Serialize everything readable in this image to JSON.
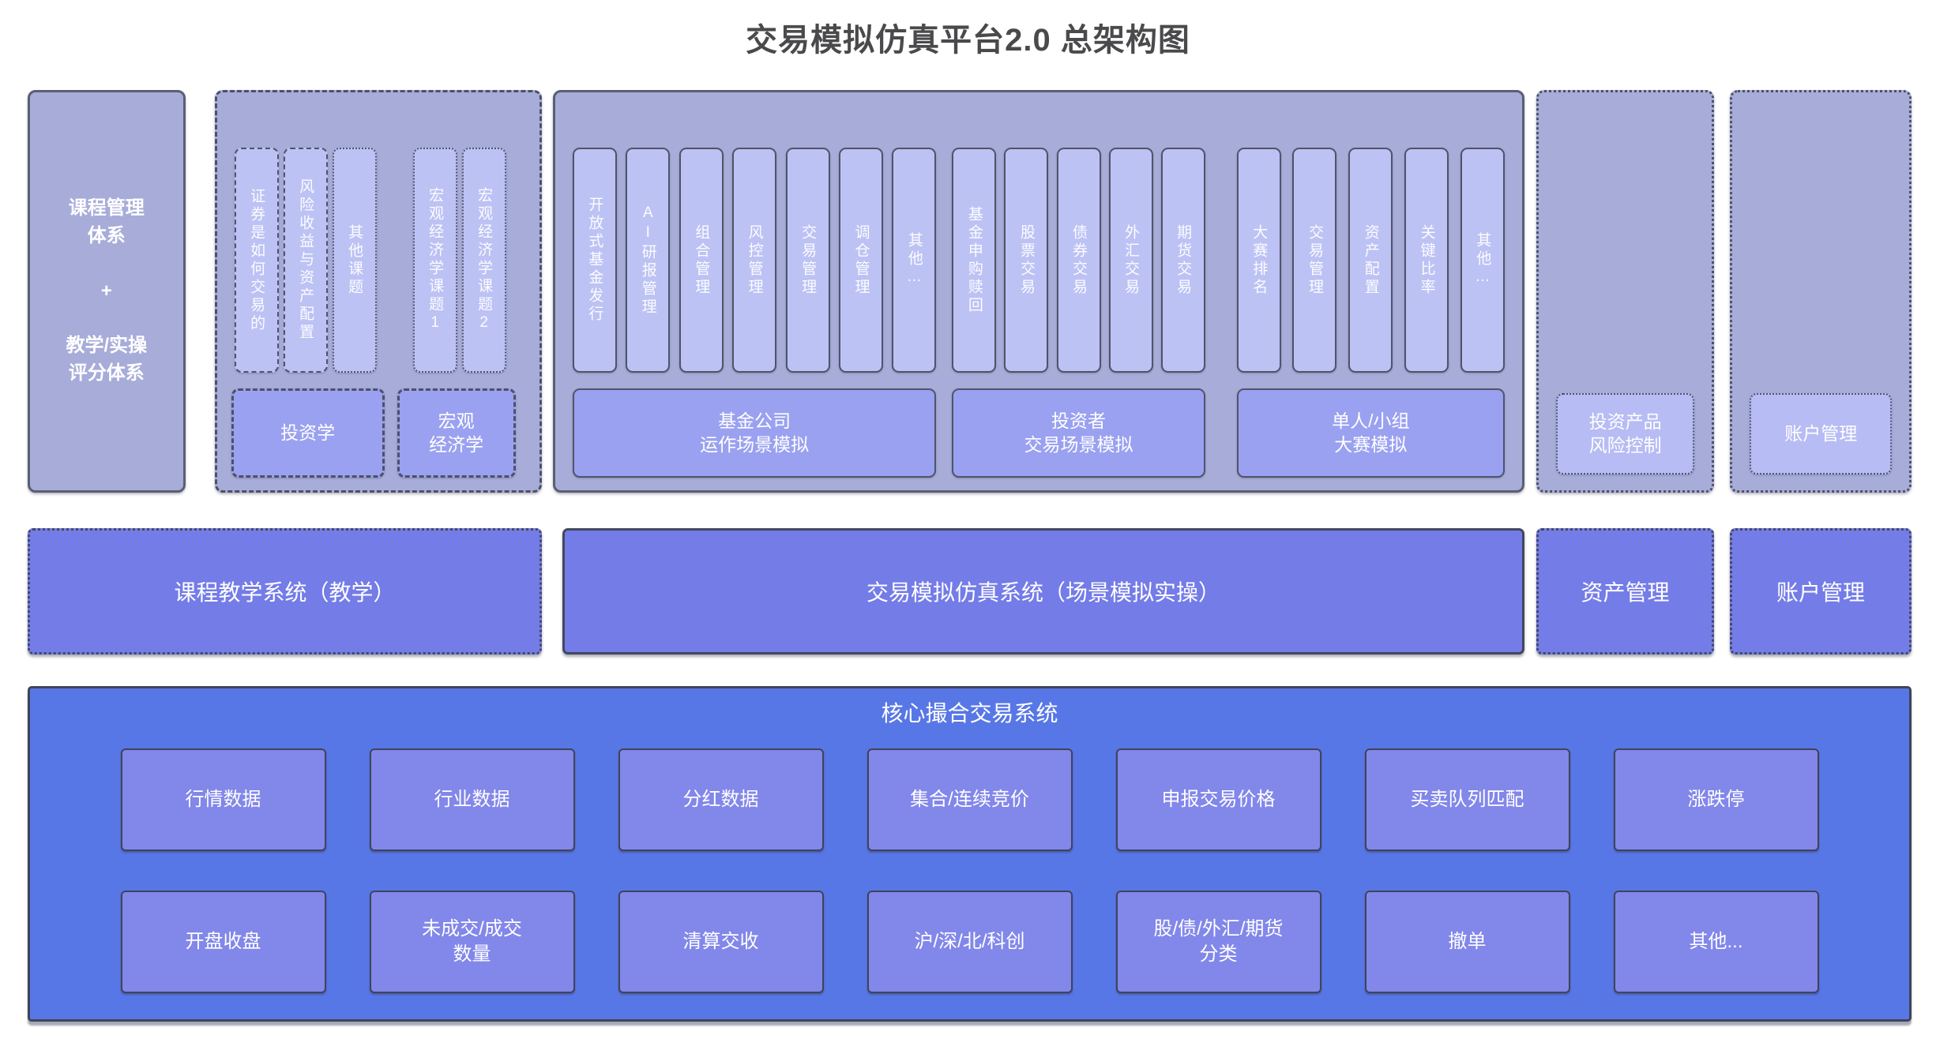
{
  "title": "交易模拟仿真平台2.0 总架构图",
  "top": {
    "course_system": {
      "label": "课程管理\n体系\n\n+\n\n教学/实操\n评分体系"
    },
    "curriculum": {
      "pills": [
        "证券是如何交易的",
        "风险收益与资产配置",
        "其他课题",
        "宏观经济学课题1",
        "宏观经济学课题2"
      ],
      "footers": [
        "投资学",
        "宏观\n经济学"
      ]
    },
    "simulation": {
      "clusters": [
        {
          "pills": [
            "开放式基金发行",
            "AI研报管理",
            "组合管理",
            "风控管理",
            "交易管理",
            "调仓管理",
            "其他…"
          ],
          "footer": "基金公司\n运作场景模拟"
        },
        {
          "pills": [
            "基金申购赎回",
            "股票交易",
            "债券交易",
            "外汇交易",
            "期货交易"
          ],
          "footer": "投资者\n交易场景模拟"
        },
        {
          "pills": [
            "大赛排名",
            "交易管理",
            "资产配置",
            "关键比率",
            "其他…"
          ],
          "footer": "单人/小组\n大赛模拟"
        }
      ]
    },
    "risk": {
      "footer": "投资产品\n风险控制"
    },
    "account": {
      "footer": "账户管理"
    }
  },
  "middle": {
    "teaching": "课程教学系统（教学）",
    "simulation": "交易模拟仿真系统（场景模拟实操）",
    "asset": "资产管理",
    "account": "账户管理"
  },
  "core": {
    "title": "核心撮合交易系统",
    "cells": [
      "行情数据",
      "行业数据",
      "分红数据",
      "集合/连续竞价",
      "申报交易价格",
      "买卖队列匹配",
      "涨跌停",
      "开盘收盘",
      "未成交/成交\n数量",
      "清算交收",
      "沪/深/北/科创",
      "股/债/外汇/期货\n分类",
      "撤单",
      "其他..."
    ]
  },
  "colors": {
    "container_fill": "#a7acd9",
    "pill_fill": "#bdc2f4",
    "footer_fill": "#9aa1f0",
    "system_fill": "#747ce7",
    "core_fill": "#5877e6",
    "core_cell_fill": "#8287ea"
  }
}
